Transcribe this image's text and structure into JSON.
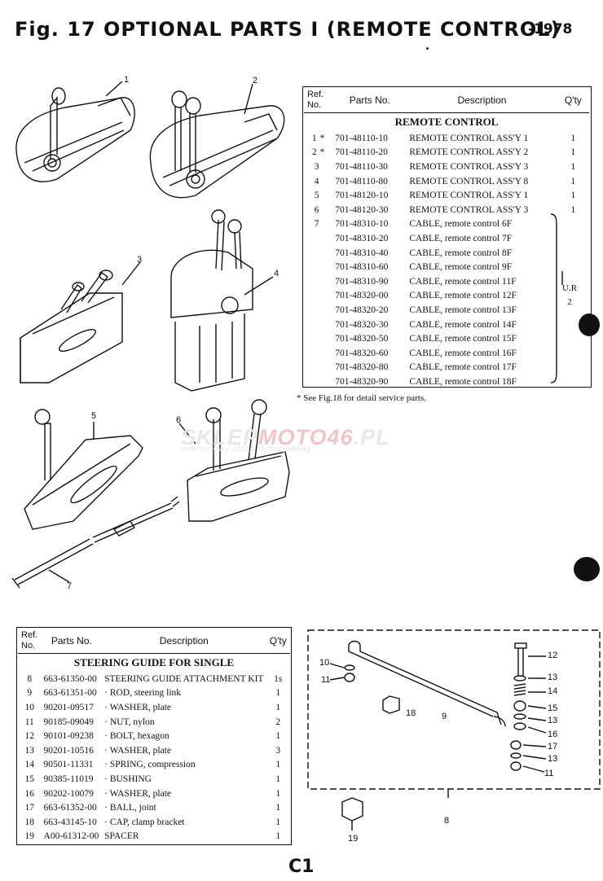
{
  "page": {
    "title": "Fig. 17 OPTIONAL PARTS I (REMOTE CONTROL)",
    "year": "-1978",
    "page_number": "C1",
    "footnote": "* See Fig.18 for detail service parts.",
    "watermark": {
      "part1": "SKLEP",
      "part2": "MOTO",
      "part3": "46",
      "part4": ".PL",
      "sub": "internetowy sklep motocyklowy"
    }
  },
  "remote_table": {
    "headers": {
      "ref": "Ref. No.",
      "parts": "Parts No.",
      "desc": "Description",
      "qty": "Q'ty"
    },
    "section": "REMOTE CONTROL",
    "rows": [
      {
        "ref": "1",
        "star": "*",
        "part": "701-48110-10",
        "desc": "REMOTE CONTROL ASS'Y 1",
        "qty": "1"
      },
      {
        "ref": "2",
        "star": "*",
        "part": "701-48110-20",
        "desc": "REMOTE CONTROL ASS'Y 2",
        "qty": "1"
      },
      {
        "ref": "3",
        "star": "",
        "part": "701-48110-30",
        "desc": "REMOTE CONTROL ASS'Y 3",
        "qty": "1"
      },
      {
        "ref": "4",
        "star": "",
        "part": "701-48110-80",
        "desc": "REMOTE CONTROL ASS'Y 8",
        "qty": "1"
      },
      {
        "ref": "5",
        "star": "",
        "part": "701-48120-10",
        "desc": "REMOTE CONTROL ASS'Y 1",
        "qty": "1"
      },
      {
        "ref": "6",
        "star": "",
        "part": "701-48120-30",
        "desc": "REMOTE CONTROL ASS'Y 3",
        "qty": "1"
      },
      {
        "ref": "7",
        "star": "",
        "part": "701-48310-10",
        "desc": "CABLE, remote control 6F",
        "qty": ""
      },
      {
        "ref": "",
        "star": "",
        "part": "701-48310-20",
        "desc": "CABLE, remote control 7F",
        "qty": ""
      },
      {
        "ref": "",
        "star": "",
        "part": "701-48310-40",
        "desc": "CABLE, remote control 8F",
        "qty": ""
      },
      {
        "ref": "",
        "star": "",
        "part": "701-48310-60",
        "desc": "CABLE, remote control 9F",
        "qty": ""
      },
      {
        "ref": "",
        "star": "",
        "part": "701-48310-90",
        "desc": "CABLE, remote control 11F",
        "qty": ""
      },
      {
        "ref": "",
        "star": "",
        "part": "701-48320-00",
        "desc": "CABLE, remote control 12F",
        "qty": ""
      },
      {
        "ref": "",
        "star": "",
        "part": "701-48320-20",
        "desc": "CABLE, remote control 13F",
        "qty": ""
      },
      {
        "ref": "",
        "star": "",
        "part": "701-48320-30",
        "desc": "CABLE, remote control 14F",
        "qty": ""
      },
      {
        "ref": "",
        "star": "",
        "part": "701-48320-50",
        "desc": "CABLE, remote control 15F",
        "qty": ""
      },
      {
        "ref": "",
        "star": "",
        "part": "701-48320-60",
        "desc": "CABLE, remote control 16F",
        "qty": ""
      },
      {
        "ref": "",
        "star": "",
        "part": "701-48320-80",
        "desc": "CABLE, remote control 17F",
        "qty": ""
      },
      {
        "ref": "",
        "star": "",
        "part": "701-48320-90",
        "desc": "CABLE, remote control 18F",
        "qty": ""
      }
    ],
    "bracket_label": "U.R",
    "bracket_qty": "2"
  },
  "steering_table": {
    "headers": {
      "ref": "Ref. No.",
      "parts": "Parts No.",
      "desc": "Description",
      "qty": "Q'ty"
    },
    "section": "STEERING GUIDE FOR SINGLE",
    "rows": [
      {
        "ref": "8",
        "part": "663-61350-00",
        "desc": "STEERING GUIDE ATTACHMENT KIT",
        "qty": "1s"
      },
      {
        "ref": "9",
        "part": "663-61351-00",
        "desc": "· ROD, steering link",
        "qty": "1"
      },
      {
        "ref": "10",
        "part": "90201-09517",
        "desc": "· WASHER, plate",
        "qty": "1"
      },
      {
        "ref": "11",
        "part": "90185-09049",
        "desc": "· NUT, nylon",
        "qty": "2"
      },
      {
        "ref": "12",
        "part": "90101-09238",
        "desc": "· BOLT, hexagon",
        "qty": "1"
      },
      {
        "ref": "13",
        "part": "90201-10516",
        "desc": "· WASHER, plate",
        "qty": "3"
      },
      {
        "ref": "14",
        "part": "90501-11331",
        "desc": "· SPRING, compression",
        "qty": "1"
      },
      {
        "ref": "15",
        "part": "90385-11019",
        "desc": "· BUSHING",
        "qty": "1"
      },
      {
        "ref": "16",
        "part": "90202-10079",
        "desc": "· WASHER, plate",
        "qty": "1"
      },
      {
        "ref": "17",
        "part": "663-61352-00",
        "desc": "· BALL, joint",
        "qty": "1"
      },
      {
        "ref": "18",
        "part": "663-43145-10",
        "desc": "· CAP, clamp bracket",
        "qty": "1"
      },
      {
        "ref": "19",
        "part": "A00-61312-00",
        "desc": "SPACER",
        "qty": "1"
      }
    ]
  },
  "callouts": {
    "top": [
      "1",
      "2",
      "3",
      "4",
      "5",
      "6",
      "7"
    ],
    "steer": [
      "10",
      "11",
      "12",
      "13",
      "14",
      "15",
      "13",
      "16",
      "17",
      "13",
      "11",
      "18",
      "9",
      "8",
      "19"
    ]
  }
}
